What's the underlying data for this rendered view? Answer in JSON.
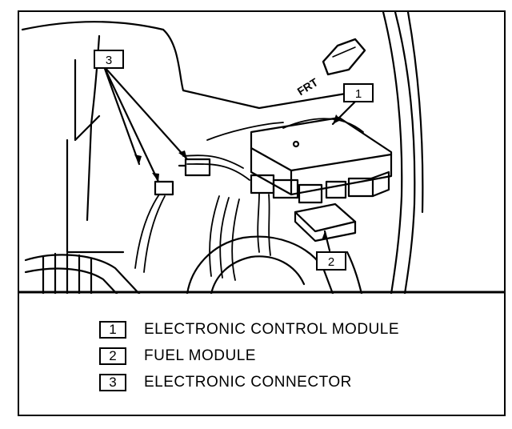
{
  "diagram": {
    "callouts": {
      "c1": "1",
      "c2": "2",
      "c3": "3",
      "direction": "FRT"
    },
    "legend": [
      {
        "number": "1",
        "label": "ELECTRONIC CONTROL MODULE"
      },
      {
        "number": "2",
        "label": "FUEL MODULE"
      },
      {
        "number": "3",
        "label": "ELECTRONIC CONNECTOR"
      }
    ],
    "colors": {
      "ink": "#000000",
      "background": "#ffffff"
    }
  }
}
